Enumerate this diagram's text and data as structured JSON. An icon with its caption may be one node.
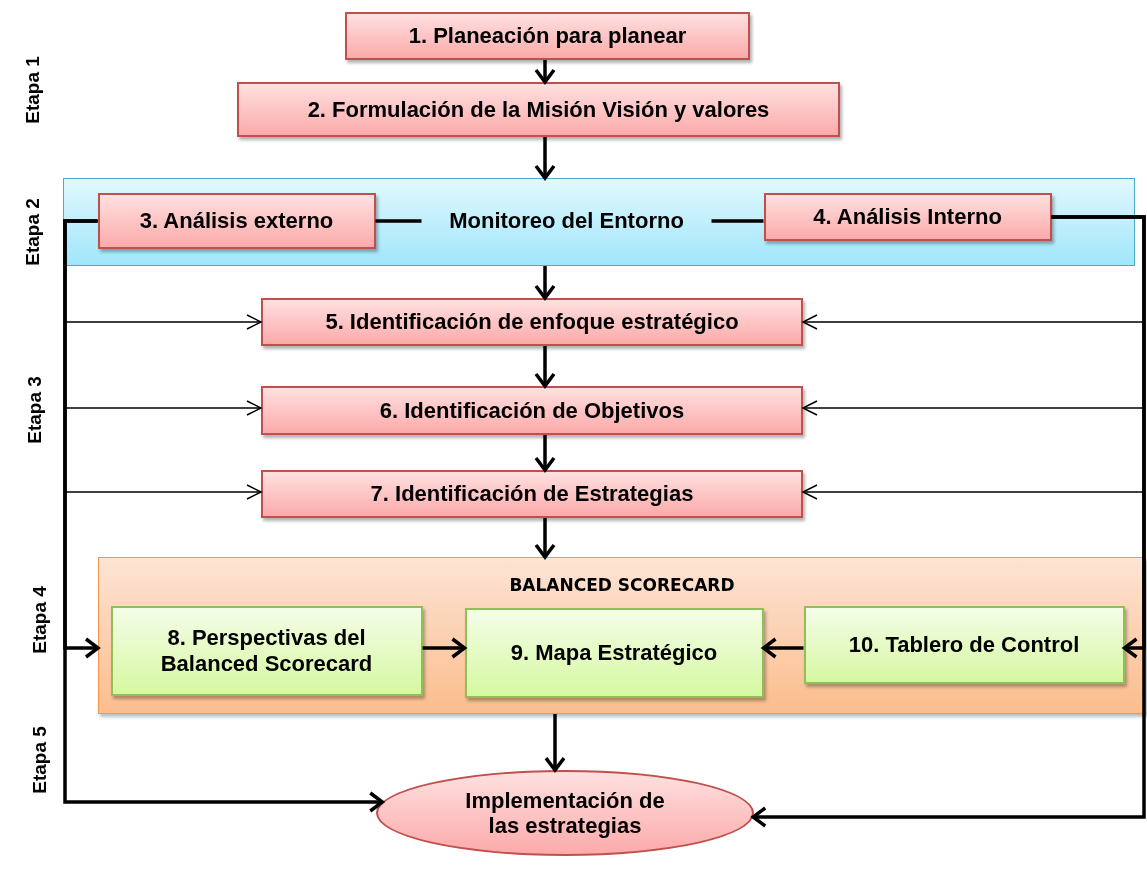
{
  "diagram": {
    "nodes": [
      {
        "text": [
          "1. Planeación para planear"
        ]
      },
      {
        "text": [
          "2. Formulación de la Misión Visión y valores"
        ]
      },
      {
        "text": [],
        "shape": "box"
      },
      {
        "text": [
          "3. Análisis externo"
        ],
        "in": 2
      },
      {
        "text": [
          "Monitoreo del Entorno"
        ],
        "in": 2
      },
      {
        "text": [
          "4. Análisis Interno"
        ],
        "in": 2
      },
      {
        "text": [
          "5. Identificación de enfoque estratégico"
        ]
      },
      {
        "text": [
          "6. Identificación de Objetivos"
        ]
      },
      {
        "text": [
          "7. Identificación de Estrategias"
        ]
      },
      {
        "text": [
          "BALANCED SCORECARD"
        ]
      },
      {
        "text": [
          "8. Perspectivas del Balanced Scorecard"
        ],
        "in": 9
      },
      {
        "text": [
          "9. Mapa Estratégico"
        ],
        "in": 9
      },
      {
        "text": [
          "10. Tablero de Control"
        ],
        "in": 9
      },
      {
        "text": [
          "Implementación de las estrategias"
        ]
      }
    ],
    "edges": [
      {
        "from": 0,
        "to": 1,
        "arrow": "to"
      },
      {
        "from": 1,
        "to": 2,
        "arrow": "to"
      },
      {
        "from": 2,
        "to": 6,
        "arrow": "to"
      },
      {
        "from": 6,
        "to": 7,
        "arrow": "to"
      },
      {
        "from": 7,
        "to": 8,
        "arrow": "to"
      },
      {
        "from": 8,
        "to": 9,
        "arrow": "to"
      },
      {
        "from": 10,
        "to": 11,
        "arrow": "to"
      },
      {
        "from": 12,
        "to": 11,
        "arrow": "to"
      },
      {
        "from": 9,
        "to": 13,
        "arrow": "to"
      },
      {
        "from": 3,
        "to": 4,
        "arrow": "none"
      },
      {
        "from": 4,
        "to": 5,
        "arrow": "none"
      },
      {
        "from": 3,
        "to": 6,
        "arrow": "to"
      },
      {
        "from": 3,
        "to": 7,
        "arrow": "to"
      },
      {
        "from": 3,
        "to": 8,
        "arrow": "to"
      },
      {
        "from": 3,
        "to": 9,
        "arrow": "to"
      },
      {
        "from": 3,
        "to": 13,
        "arrow": "to"
      },
      {
        "from": 5,
        "to": 6,
        "arrow": "to"
      },
      {
        "from": 5,
        "to": 7,
        "arrow": "to"
      },
      {
        "from": 5,
        "to": 8,
        "arrow": "to"
      },
      {
        "from": 5,
        "to": 12,
        "arrow": "to"
      },
      {
        "from": 5,
        "to": 13,
        "arrow": "to"
      }
    ],
    "labels": [
      "Etapa 1",
      "Etapa 2",
      "Etapa 3",
      "Etapa 4",
      "Etapa 5"
    ]
  }
}
